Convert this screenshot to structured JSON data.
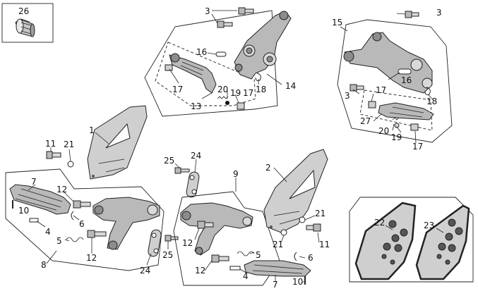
{
  "title": "",
  "colors": {
    "part_fill": "#b9b9b9",
    "part_dark": "#8c8c8c",
    "plate_fill": "#cfcfcf",
    "ink": "#222222",
    "background": "#ffffff"
  },
  "callouts": [
    {
      "id": "c26",
      "text": "26"
    },
    {
      "id": "c3a",
      "text": "3"
    },
    {
      "id": "c16a",
      "text": "16"
    },
    {
      "id": "c17a",
      "text": "17"
    },
    {
      "id": "c20a",
      "text": "20"
    },
    {
      "id": "c19a",
      "text": "19"
    },
    {
      "id": "c17b",
      "text": "17"
    },
    {
      "id": "c18a",
      "text": "18"
    },
    {
      "id": "c14",
      "text": "14"
    },
    {
      "id": "c13",
      "text": "13"
    },
    {
      "id": "c15",
      "text": "15"
    },
    {
      "id": "c3b",
      "text": "3"
    },
    {
      "id": "c16b",
      "text": "16"
    },
    {
      "id": "c3c",
      "text": "3"
    },
    {
      "id": "c17c",
      "text": "17"
    },
    {
      "id": "c18b",
      "text": "18"
    },
    {
      "id": "c27",
      "text": "27"
    },
    {
      "id": "c20b",
      "text": "20"
    },
    {
      "id": "c19b",
      "text": "19"
    },
    {
      "id": "c17d",
      "text": "17"
    },
    {
      "id": "c1",
      "text": "1"
    },
    {
      "id": "c11a",
      "text": "11"
    },
    {
      "id": "c21a",
      "text": "21"
    },
    {
      "id": "c7a",
      "text": "7"
    },
    {
      "id": "c10a",
      "text": "10"
    },
    {
      "id": "c12a",
      "text": "12"
    },
    {
      "id": "c6a",
      "text": "6"
    },
    {
      "id": "c4a",
      "text": "4"
    },
    {
      "id": "c5a",
      "text": "5"
    },
    {
      "id": "c12b",
      "text": "12"
    },
    {
      "id": "c8",
      "text": "8"
    },
    {
      "id": "c24a",
      "text": "24"
    },
    {
      "id": "c25a",
      "text": "25"
    },
    {
      "id": "c24b",
      "text": "24"
    },
    {
      "id": "c25b",
      "text": "25"
    },
    {
      "id": "c9",
      "text": "9"
    },
    {
      "id": "c12c",
      "text": "12"
    },
    {
      "id": "c12d",
      "text": "12"
    },
    {
      "id": "c5b",
      "text": "5"
    },
    {
      "id": "c4b",
      "text": "4"
    },
    {
      "id": "c6b",
      "text": "6"
    },
    {
      "id": "c7b",
      "text": "7"
    },
    {
      "id": "c10b",
      "text": "10"
    },
    {
      "id": "c2",
      "text": "2"
    },
    {
      "id": "c21b",
      "text": "21"
    },
    {
      "id": "c21c",
      "text": "21"
    },
    {
      "id": "c11b",
      "text": "11"
    },
    {
      "id": "c22",
      "text": "22"
    },
    {
      "id": "c23",
      "text": "23"
    }
  ]
}
